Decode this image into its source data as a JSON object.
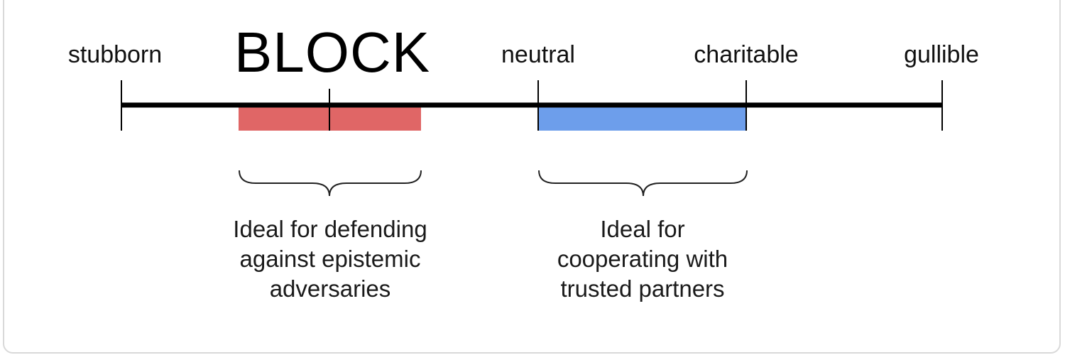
{
  "scale": {
    "ticks": [
      {
        "id": "stubborn",
        "label": "stubborn"
      },
      {
        "id": "block",
        "label": ""
      },
      {
        "id": "neutral",
        "label": "neutral"
      },
      {
        "id": "charitable",
        "label": "charitable"
      },
      {
        "id": "gullible",
        "label": "gullible"
      }
    ]
  },
  "overlay": {
    "block_label": "BLOCK"
  },
  "regions": [
    {
      "id": "defending",
      "color": "#e06666",
      "caption": [
        "Ideal for defending",
        "against epistemic",
        "adversaries"
      ]
    },
    {
      "id": "cooperating",
      "color": "#6d9eeb",
      "caption": [
        "Ideal for",
        "cooperating with",
        "trusted partners"
      ]
    }
  ],
  "colors": {
    "axis": "#000000",
    "frame_border": "#d9d9d9"
  }
}
